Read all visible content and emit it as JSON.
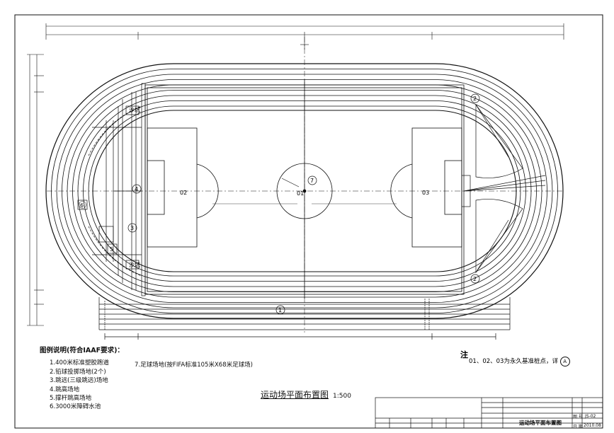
{
  "drawing": {
    "title": "运动场平面布置图",
    "scale": "1:500"
  },
  "field_labels": {
    "marker_01": "01",
    "marker_02": "02",
    "marker_03": "03",
    "sandpit_top": "沙坑",
    "sandpit_bottom": "沙坑",
    "circle_1": "1",
    "circle_2_top": "2",
    "circle_2_bottom": "2",
    "circle_3": "3",
    "circle_4": "4",
    "box_5": "5",
    "box_6": "6",
    "circle_7": "7"
  },
  "legend": {
    "title": "图例说明(符合IAAF要求)：",
    "items": [
      "1.400米标准塑胶跑道",
      "2.铅球投掷场地(2个)",
      "3.跳远(三级跳远)场地",
      "4.跳高场地",
      "5.撑杆跳高场地",
      "6.3000米障碍水池"
    ],
    "item_7": "7.足球场地(按FIFA标准105米X68米足球场)"
  },
  "notes": {
    "label": "注",
    "text": "01、02、03为永久基准桩点，详",
    "ref": "A"
  },
  "title_block": {
    "drawing_name": "运动场平面布置图",
    "drawing_no": "JS-02",
    "date": "2010.08",
    "dwg_no_label": "图 号",
    "date_label": "日 期"
  },
  "colors": {
    "line": "#111111",
    "background": "#ffffff"
  }
}
